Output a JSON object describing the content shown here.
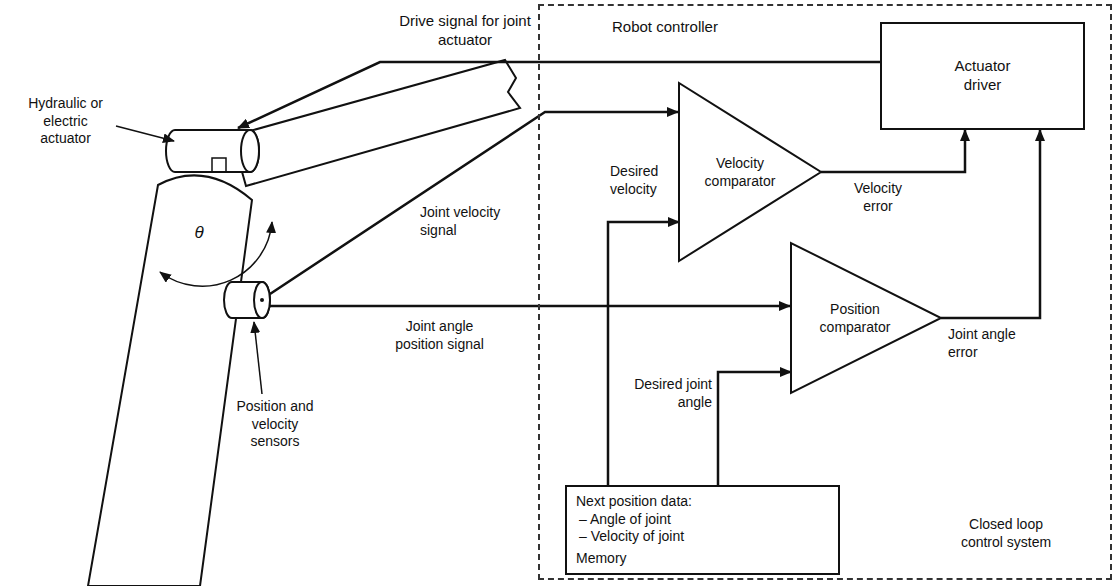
{
  "diagram": {
    "nodes": [
      {
        "text": [
          "Robot controller",
          "Closed loop control system"
        ]
      },
      {
        "text": [
          "Actuator driver"
        ],
        "in": 0
      },
      {
        "text": [
          "Velocity comparator"
        ],
        "in": 0
      },
      {
        "text": [
          "Position comparator"
        ],
        "in": 0
      },
      {
        "text": [
          "Next position data:",
          "– Angle of joint",
          "– Velocity of joint",
          "Memory"
        ],
        "in": 0
      }
    ],
    "edges": [
      {
        "from": 4,
        "to": 2,
        "arrow": "to",
        "label": "Desired velocity"
      },
      {
        "from": 4,
        "to": 3,
        "arrow": "to",
        "label": "Desired joint angle"
      },
      {
        "from": 2,
        "to": 1,
        "arrow": "to",
        "label": "Velocity error"
      },
      {
        "from": 3,
        "to": 1,
        "arrow": "to",
        "label": "Joint angle error"
      }
    ],
    "labels": [
      "Drive signal for joint actuator",
      "Hydraulic or electric actuator",
      "Joint velocity signal",
      "θ",
      "Joint angle position signal",
      "Position and velocity sensors"
    ]
  }
}
